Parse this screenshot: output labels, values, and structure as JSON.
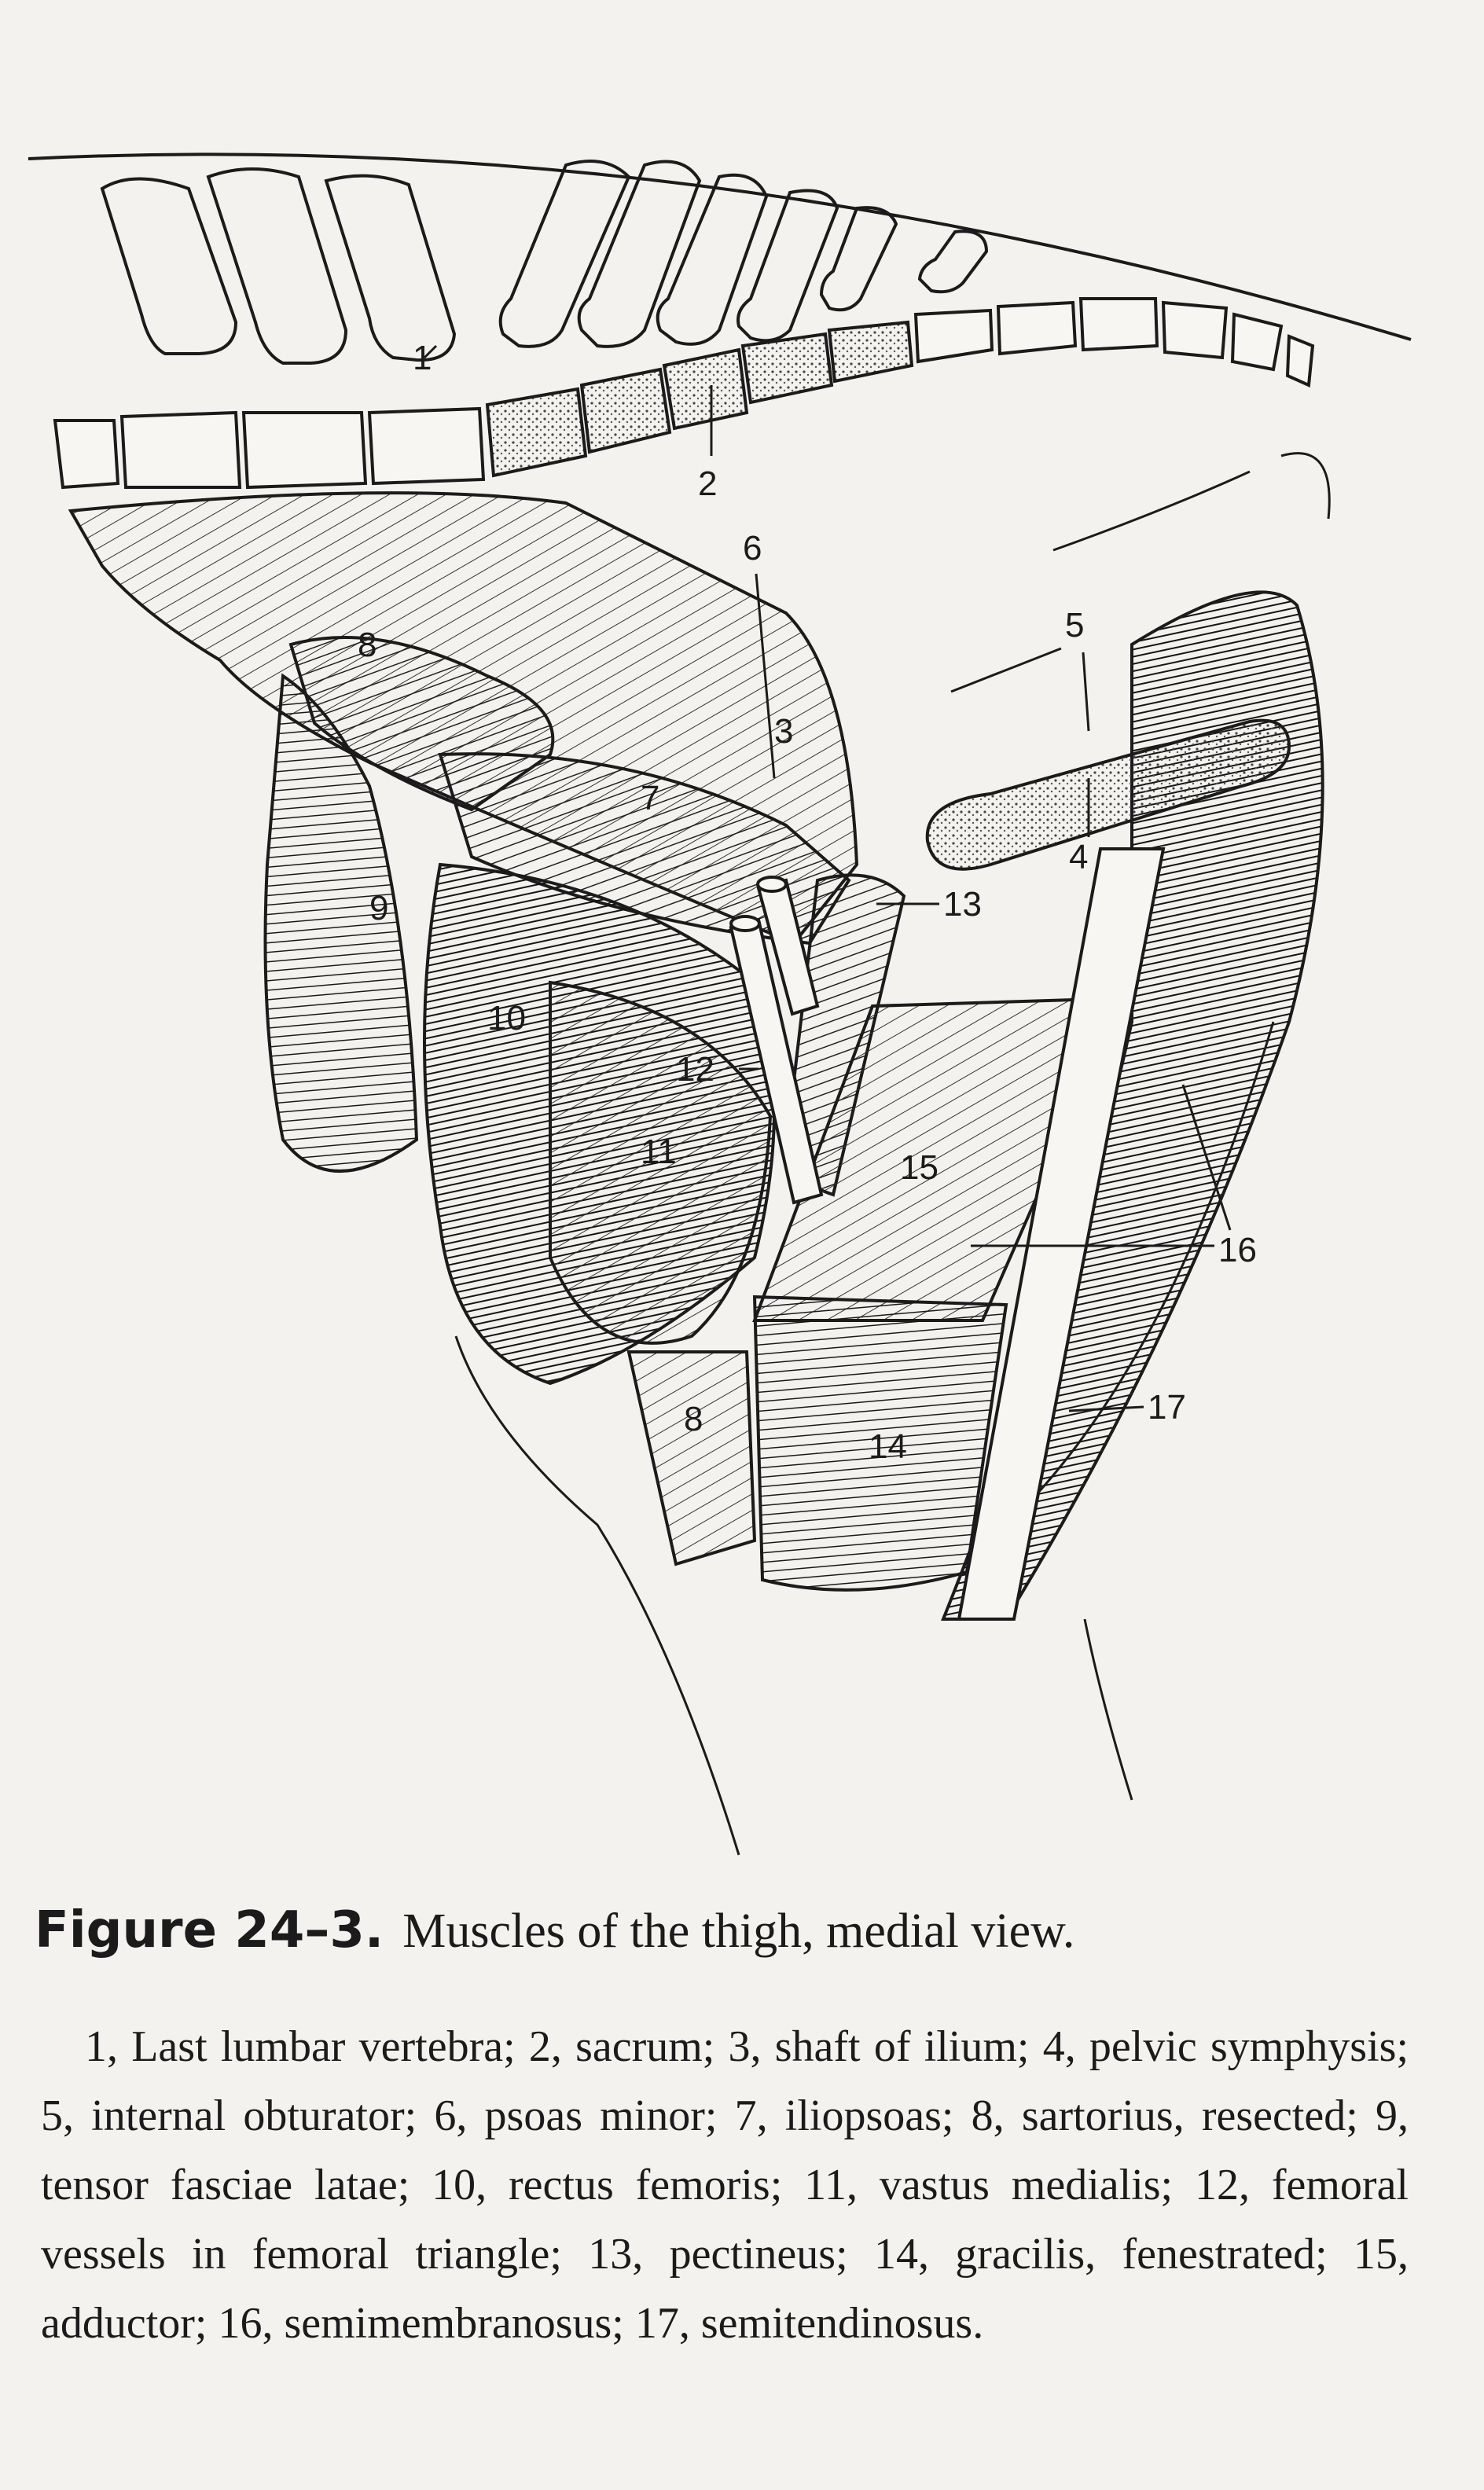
{
  "figure": {
    "label": "Figure 24–3.",
    "title": "Muscles of the thigh, medial view.",
    "legend": "1, Last lumbar vertebra; 2, sacrum; 3, shaft of ilium; 4, pelvic symphysis; 5, internal obturator; 6, psoas minor; 7, iliopsoas; 8, sartorius, resected; 9, tensor fasciae latae; 10, rectus femoris; 11, vastus medialis; 12, femoral vessels in femoral triangle; 13, pectineus; 14, gracilis, fenestrated; 15, adductor; 16, semimembranosus; 17, semitendinosus."
  },
  "callouts": [
    {
      "id": "1",
      "text": "1"
    },
    {
      "id": "2",
      "text": "2"
    },
    {
      "id": "3",
      "text": "3"
    },
    {
      "id": "4",
      "text": "4"
    },
    {
      "id": "5",
      "text": "5"
    },
    {
      "id": "6",
      "text": "6"
    },
    {
      "id": "7",
      "text": "7"
    },
    {
      "id": "8a",
      "text": "8"
    },
    {
      "id": "8b",
      "text": "8"
    },
    {
      "id": "9",
      "text": "9"
    },
    {
      "id": "10",
      "text": "10"
    },
    {
      "id": "11",
      "text": "11"
    },
    {
      "id": "12",
      "text": "12"
    },
    {
      "id": "13",
      "text": "13"
    },
    {
      "id": "14",
      "text": "14"
    },
    {
      "id": "15",
      "text": "15"
    },
    {
      "id": "16",
      "text": "16"
    },
    {
      "id": "17",
      "text": "17"
    }
  ],
  "colors": {
    "ink": "#1b1b1b",
    "paper": "#f3f2ef"
  }
}
